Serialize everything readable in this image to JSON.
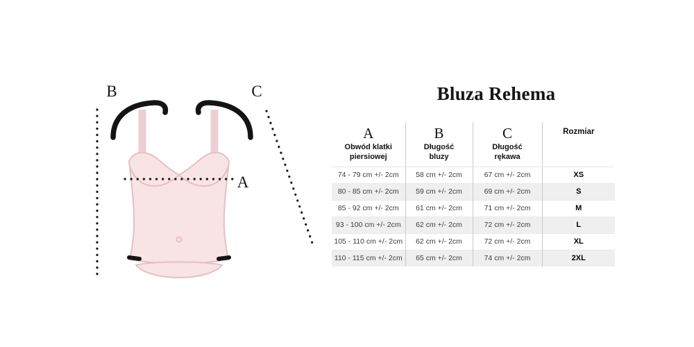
{
  "title": "Bluza Rehema",
  "diagram": {
    "label_a": "A",
    "label_b": "B",
    "label_c": "C",
    "garment_fill": "#f8e3e5",
    "garment_stroke": "#e4bfc5",
    "strap_color": "#edced3",
    "line_color": "#141414"
  },
  "size_table": {
    "columns": [
      {
        "letter": "A",
        "label": "Obwód klatki\npiersiowej"
      },
      {
        "letter": "B",
        "label": "Długość\nbluzy"
      },
      {
        "letter": "C",
        "label": "Długość\nrękawa"
      },
      {
        "letter": "",
        "label": "Rozmiar"
      }
    ],
    "rows": [
      {
        "chest": "74 - 79 cm +/- 2cm",
        "length": "58 cm +/- 2cm",
        "sleeve": "67 cm +/- 2cm",
        "size": "XS"
      },
      {
        "chest": "80 - 85 cm +/- 2cm",
        "length": "59 cm +/- 2cm",
        "sleeve": "69 cm +/- 2cm",
        "size": "S"
      },
      {
        "chest": "85 - 92 cm +/- 2cm",
        "length": "61 cm +/- 2cm",
        "sleeve": "71 cm +/- 2cm",
        "size": "M"
      },
      {
        "chest": "93 - 100 cm +/- 2cm",
        "length": "62 cm +/- 2cm",
        "sleeve": "72 cm +/- 2cm",
        "size": "L"
      },
      {
        "chest": "105 - 110 cm +/- 2cm",
        "length": "62 cm +/- 2cm",
        "sleeve": "72 cm +/- 2cm",
        "size": "XL"
      },
      {
        "chest": "110 - 115 cm +/- 2cm",
        "length": "65 cm +/- 2cm",
        "sleeve": "74 cm +/- 2cm",
        "size": "2XL"
      }
    ]
  }
}
